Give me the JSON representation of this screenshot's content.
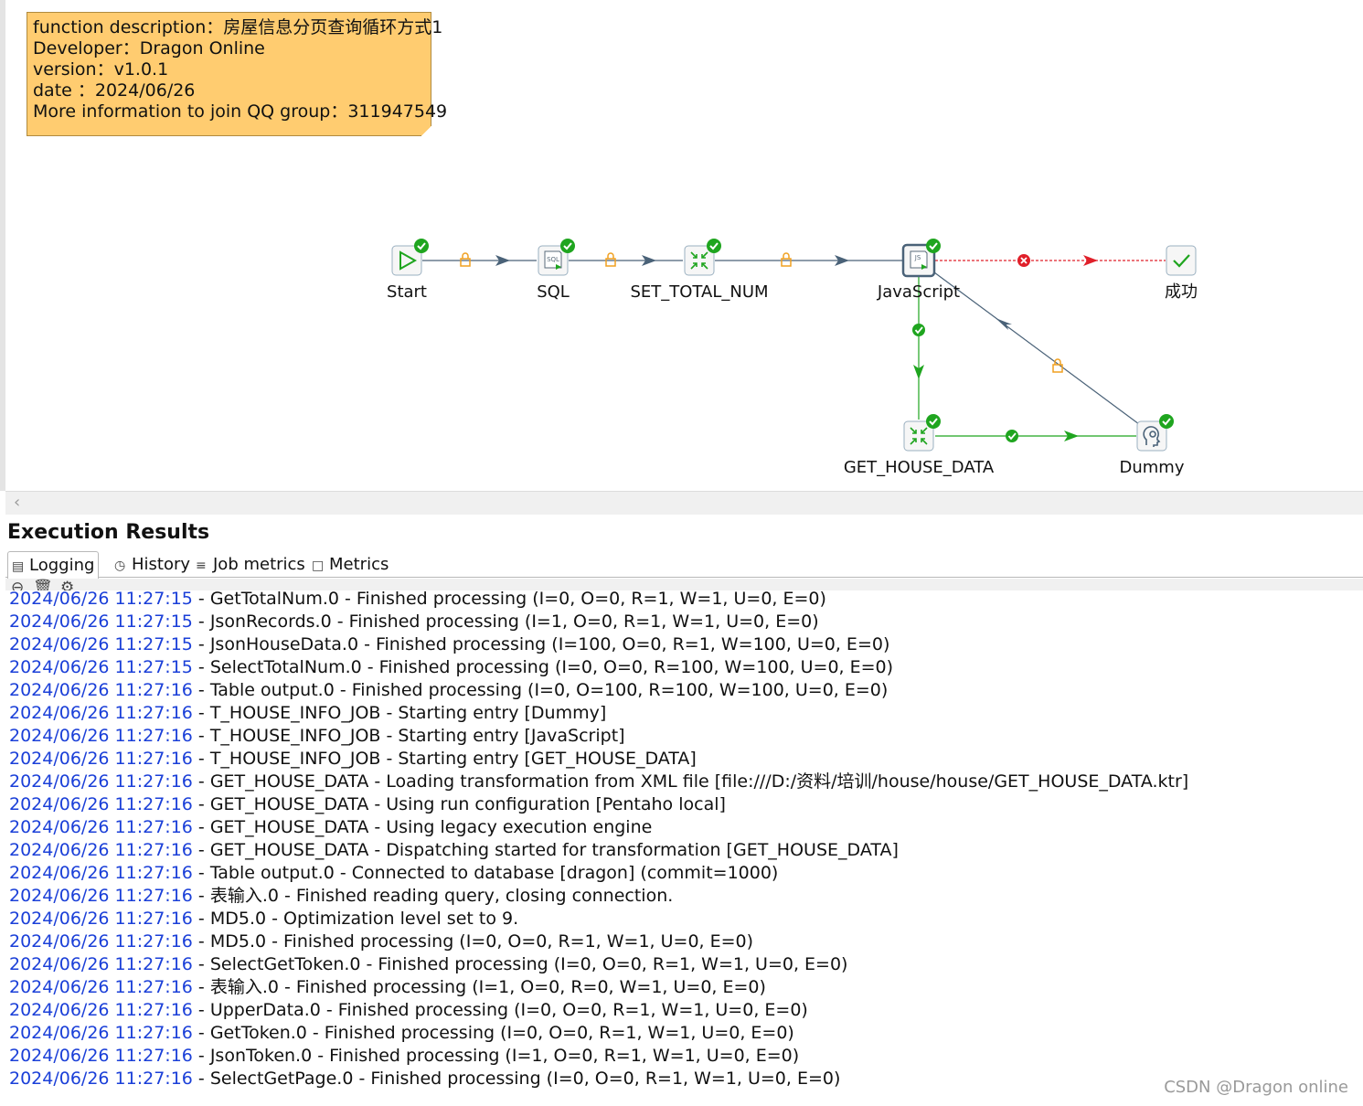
{
  "note": {
    "lines": [
      "function description：房屋信息分页查询循环方式1",
      "Developer：Dragon Online",
      "version：v1.0.1",
      "date ：2024/06/26",
      "More information to join QQ group：311947549"
    ]
  },
  "diagram": {
    "nodes": [
      {
        "id": "start",
        "label": "Start",
        "icon": "start-icon"
      },
      {
        "id": "sql",
        "label": "SQL",
        "icon": "sql-icon"
      },
      {
        "id": "set_total",
        "label": "SET_TOTAL_NUM",
        "icon": "set-variables-icon"
      },
      {
        "id": "javascript",
        "label": "JavaScript",
        "icon": "javascript-icon"
      },
      {
        "id": "success",
        "label": "成功",
        "icon": "success-icon"
      },
      {
        "id": "get_house",
        "label": "GET_HOUSE_DATA",
        "icon": "transformation-icon"
      },
      {
        "id": "dummy",
        "label": "Dummy",
        "icon": "dummy-icon"
      }
    ]
  },
  "results": {
    "title": "Execution Results",
    "tabs": [
      {
        "label": "Logging",
        "icon": "logging-icon"
      },
      {
        "label": "History",
        "icon": "history-icon"
      },
      {
        "label": "Job metrics",
        "icon": "job-metrics-icon"
      },
      {
        "label": "Metrics",
        "icon": "metrics-icon"
      }
    ],
    "toolbar": {
      "stop_icon": "⊖",
      "clear_icon": "🗑",
      "settings_icon": "⚙"
    }
  },
  "log": {
    "partial_line": {
      "ts": "2024/06/26 11:27:15",
      "msg": " - GetTotalNum.0 - Finished processing (I=0, O=0, R=1, W=1, U=0, E=0)"
    },
    "lines": [
      {
        "ts": "2024/06/26 11:27:15",
        "msg": " - JsonRecords.0 - Finished processing (I=1, O=0, R=1, W=1, U=0, E=0)"
      },
      {
        "ts": "2024/06/26 11:27:15",
        "msg": " - JsonHouseData.0 - Finished processing (I=100, O=0, R=1, W=100, U=0, E=0)"
      },
      {
        "ts": "2024/06/26 11:27:15",
        "msg": " - SelectTotalNum.0 - Finished processing (I=0, O=0, R=100, W=100, U=0, E=0)"
      },
      {
        "ts": "2024/06/26 11:27:16",
        "msg": " - Table output.0 - Finished processing (I=0, O=100, R=100, W=100, U=0, E=0)"
      },
      {
        "ts": "2024/06/26 11:27:16",
        "msg": " - T_HOUSE_INFO_JOB - Starting entry [Dummy]"
      },
      {
        "ts": "2024/06/26 11:27:16",
        "msg": " - T_HOUSE_INFO_JOB - Starting entry [JavaScript]"
      },
      {
        "ts": "2024/06/26 11:27:16",
        "msg": " - T_HOUSE_INFO_JOB - Starting entry [GET_HOUSE_DATA]"
      },
      {
        "ts": "2024/06/26 11:27:16",
        "msg": " - GET_HOUSE_DATA - Loading transformation from XML file [file:///D:/资料/培训/house/house/GET_HOUSE_DATA.ktr]"
      },
      {
        "ts": "2024/06/26 11:27:16",
        "msg": " - GET_HOUSE_DATA - Using run configuration [Pentaho local]"
      },
      {
        "ts": "2024/06/26 11:27:16",
        "msg": " - GET_HOUSE_DATA - Using legacy execution engine"
      },
      {
        "ts": "2024/06/26 11:27:16",
        "msg": " - GET_HOUSE_DATA - Dispatching started for transformation [GET_HOUSE_DATA]"
      },
      {
        "ts": "2024/06/26 11:27:16",
        "msg": " - Table output.0 - Connected to database [dragon] (commit=1000)"
      },
      {
        "ts": "2024/06/26 11:27:16",
        "msg": " - 表输入.0 - Finished reading query, closing connection."
      },
      {
        "ts": "2024/06/26 11:27:16",
        "msg": " - MD5.0 - Optimization level set to 9."
      },
      {
        "ts": "2024/06/26 11:27:16",
        "msg": " - MD5.0 - Finished processing (I=0, O=0, R=1, W=1, U=0, E=0)"
      },
      {
        "ts": "2024/06/26 11:27:16",
        "msg": " - SelectGetToken.0 - Finished processing (I=0, O=0, R=1, W=1, U=0, E=0)"
      },
      {
        "ts": "2024/06/26 11:27:16",
        "msg": " - 表输入.0 - Finished processing (I=1, O=0, R=0, W=1, U=0, E=0)"
      },
      {
        "ts": "2024/06/26 11:27:16",
        "msg": " - UpperData.0 - Finished processing (I=0, O=0, R=1, W=1, U=0, E=0)"
      },
      {
        "ts": "2024/06/26 11:27:16",
        "msg": " - GetToken.0 - Finished processing (I=0, O=0, R=1, W=1, U=0, E=0)"
      },
      {
        "ts": "2024/06/26 11:27:16",
        "msg": " - JsonToken.0 - Finished processing (I=1, O=0, R=1, W=1, U=0, E=0)"
      },
      {
        "ts": "2024/06/26 11:27:16",
        "msg": " - SelectGetPage.0 - Finished processing (I=0, O=0, R=1, W=1, U=0, E=0)"
      }
    ]
  },
  "watermark": "CSDN @Dragon online",
  "colors": {
    "timestamp": "#1a3fd8",
    "note_bg": "#ffcc70",
    "hop_unconditional": "#4a6278",
    "hop_success": "#1fa51f",
    "hop_failure": "#e0202a",
    "lock": "#f0a020"
  }
}
